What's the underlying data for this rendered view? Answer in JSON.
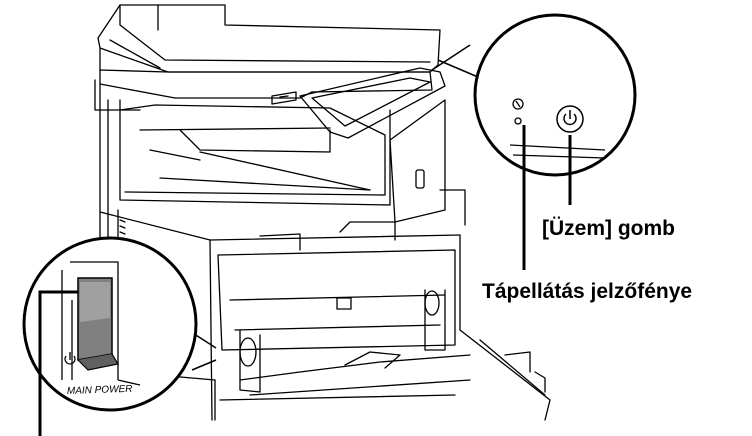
{
  "callouts": {
    "power_button_label": "[Üzem] gomb",
    "power_indicator_label": "Tápellátás jelzőfénye",
    "main_switch_text": "MAIN POWER"
  },
  "icons": {
    "power_button": "power-icon",
    "power_indicator": "power-plug-icon",
    "main_switch": "power-icon"
  },
  "colors": {
    "outline": "#000000",
    "switch_gray": "#808080",
    "background": "#ffffff"
  }
}
